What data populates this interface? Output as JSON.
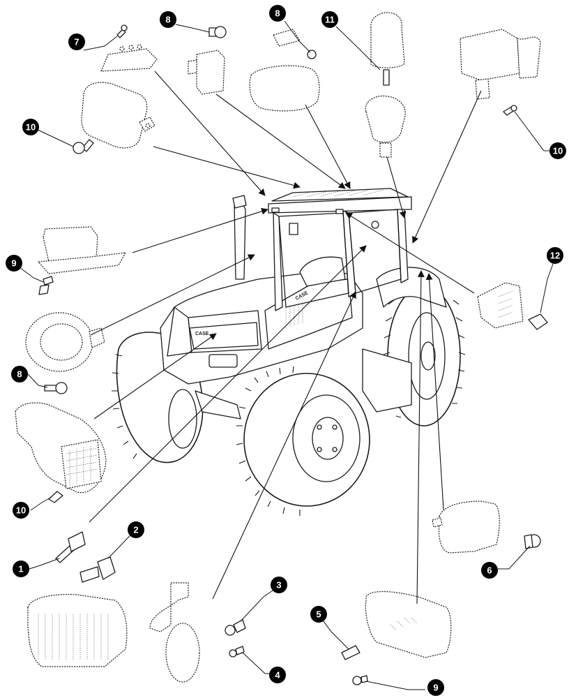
{
  "diagram": {
    "brand_marks": [
      {
        "id": "hood",
        "text": "CASE"
      },
      {
        "id": "side",
        "text": "CASE"
      }
    ],
    "callouts": [
      {
        "id": "c7",
        "number": "7"
      },
      {
        "id": "c8a",
        "number": "8"
      },
      {
        "id": "c8b",
        "number": "8"
      },
      {
        "id": "c11",
        "number": "11"
      },
      {
        "id": "c10a",
        "number": "10"
      },
      {
        "id": "c10b",
        "number": "10"
      },
      {
        "id": "c9a",
        "number": "9"
      },
      {
        "id": "c12",
        "number": "12"
      },
      {
        "id": "c8c",
        "number": "8"
      },
      {
        "id": "c10c",
        "number": "10"
      },
      {
        "id": "c2",
        "number": "2"
      },
      {
        "id": "c1",
        "number": "1"
      },
      {
        "id": "c6",
        "number": "6"
      },
      {
        "id": "c3",
        "number": "3"
      },
      {
        "id": "c5",
        "number": "5"
      },
      {
        "id": "c4",
        "number": "4"
      },
      {
        "id": "c9b",
        "number": "9"
      }
    ]
  }
}
